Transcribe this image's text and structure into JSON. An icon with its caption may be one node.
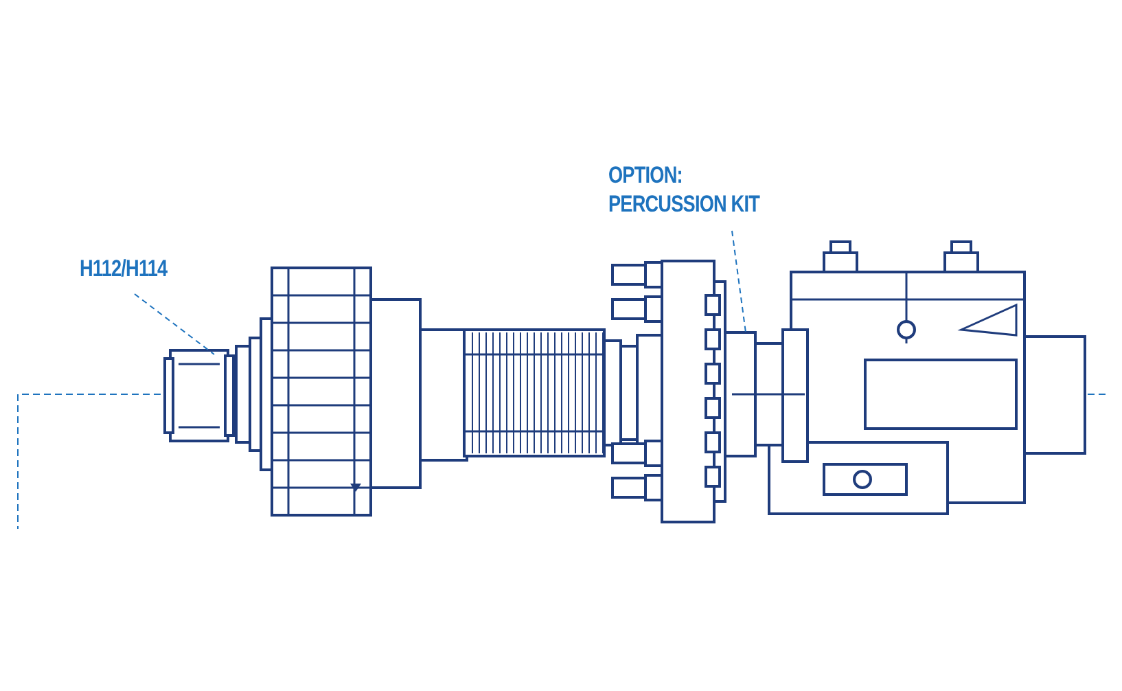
{
  "diagram": {
    "nodes": [
      {
        "text": [
          "H112/H114"
        ]
      },
      {
        "text": [],
        "shape": "picture"
      },
      {
        "text": [
          "OPTION: PERCUSSION KIT"
        ]
      },
      {
        "text": [],
        "shape": "picture"
      }
    ],
    "edges": [
      {
        "from": 0,
        "to": 1,
        "arrow": "none",
        "style": "dashed"
      },
      {
        "from": 2,
        "to": 3,
        "arrow": "none",
        "style": "dashed"
      }
    ]
  }
}
